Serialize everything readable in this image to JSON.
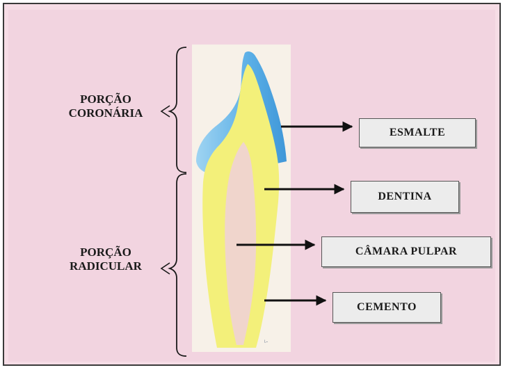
{
  "regions": {
    "coronal": {
      "line1": "PORÇÃO",
      "line2": "CORONÁRIA"
    },
    "root": {
      "line1": "PORÇÃO",
      "line2": "RADICULAR"
    }
  },
  "labels": {
    "enamel": "ESMALTE",
    "dentin": "DENTINA",
    "pulp": "CÂMARA PULPAR",
    "cementum": "CEMENTO"
  },
  "colors": {
    "background": "#f2d4e0",
    "enamel": "#6fb8e8",
    "dentin": "#f2f07a",
    "pulp": "#f1d6cf",
    "arrow": "#111111"
  }
}
